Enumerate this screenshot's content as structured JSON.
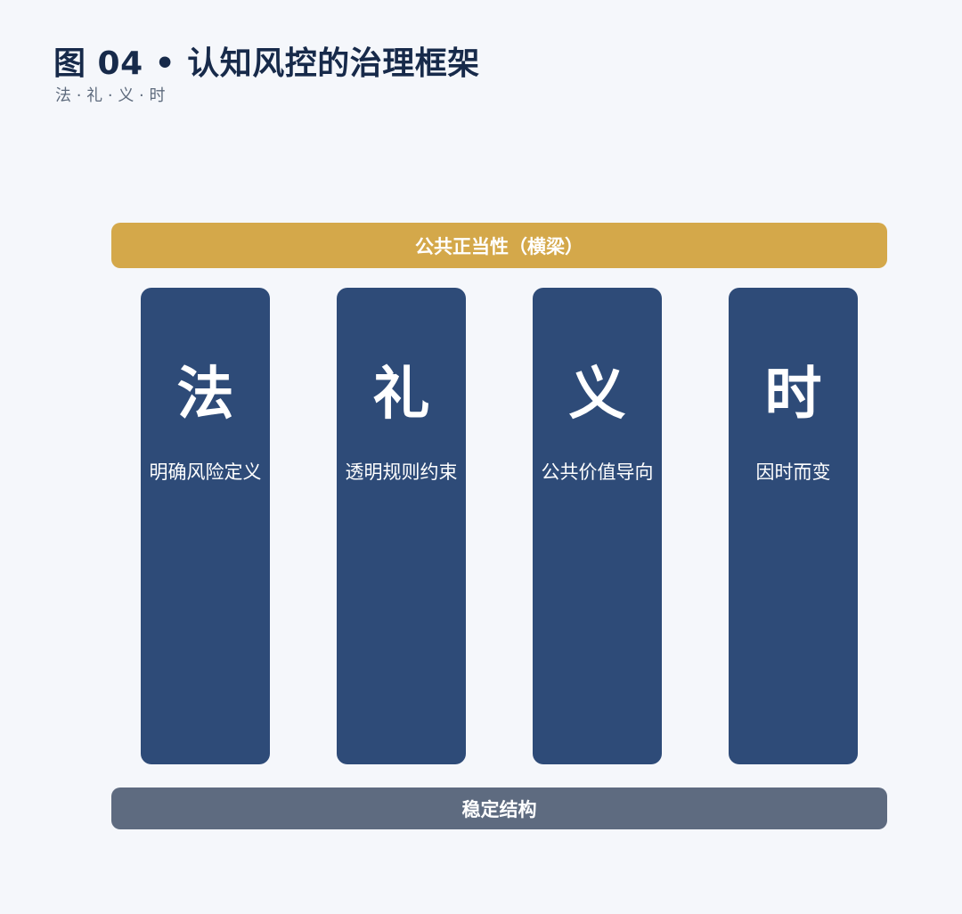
{
  "header": {
    "title": "图 04 • 认知风控的治理框架",
    "subtitle": "法 · 礼 · 义 · 时"
  },
  "beam": {
    "label": "公共正当性（横梁）"
  },
  "pillars": [
    {
      "glyph": "法",
      "desc": "明确风险定义"
    },
    {
      "glyph": "礼",
      "desc": "透明规则约束"
    },
    {
      "glyph": "义",
      "desc": "公共价值导向"
    },
    {
      "glyph": "时",
      "desc": "因时而变"
    }
  ],
  "base": {
    "label": "稳定结构"
  },
  "colors": {
    "background": "#f5f7fb",
    "title": "#172a4a",
    "beam": "#d4a84a",
    "pillar": "#2e4b78",
    "base": "#5e6b80"
  }
}
